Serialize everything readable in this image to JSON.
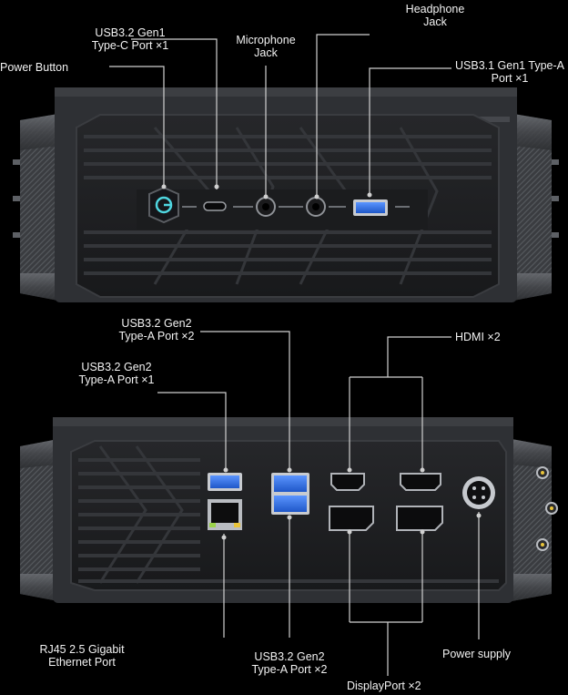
{
  "front_panel": {
    "labels": {
      "power_button": "Power Button",
      "usb_c": {
        "line1": "USB3.2 Gen1",
        "line2": "Type-C Port ×1"
      },
      "microphone": {
        "line1": "Microphone",
        "line2": "Jack"
      },
      "headphone": {
        "line1": "Headphone",
        "line2": "Jack"
      },
      "usb31_a": {
        "line1": "USB3.1 Gen1 Type-A",
        "line2": "Port ×1"
      }
    }
  },
  "rear_panel": {
    "labels": {
      "usb32_gen2_top": {
        "line1": "USB3.2 Gen2",
        "line2": "Type-A Port ×2"
      },
      "usb32_gen2_single": {
        "line1": "USB3.2 Gen2",
        "line2": "Type-A Port ×1"
      },
      "hdmi": "HDMI ×2",
      "rj45": {
        "line1": "RJ45  2.5 Gigabit",
        "line2": "Ethernet Port"
      },
      "usb32_gen2_bottom": {
        "line1": "USB3.2 Gen2",
        "line2": "Type-A Port ×2"
      },
      "power_supply": "Power supply",
      "displayport": "DisplayPort ×2"
    }
  },
  "colors": {
    "background": "#000000",
    "chassis": "#2b2d31",
    "panel": "#1c1d20",
    "usb_blue": "#2f6fe0",
    "accent_cyan": "#4fd6e0"
  }
}
